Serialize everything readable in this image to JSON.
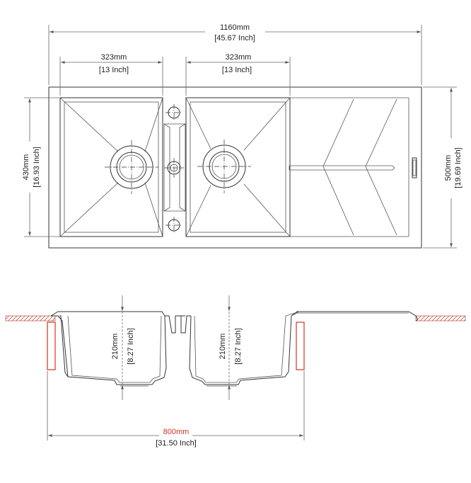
{
  "dimensions": {
    "overall_width": {
      "mm": "1160mm",
      "inch": "[45.67 Inch]"
    },
    "left_bowl_width": {
      "mm": "323mm",
      "inch": "[13 Inch]"
    },
    "right_bowl_width": {
      "mm": "323mm",
      "inch": "[13 Inch]"
    },
    "bowl_length": {
      "mm": "430mm",
      "inch": "[16.93 Inch]"
    },
    "overall_depth": {
      "mm": "500mm",
      "inch": "[19.69 Inch]"
    },
    "left_bowl_depth": {
      "mm": "210mm",
      "inch": "[8.27 Inch]"
    },
    "right_bowl_depth": {
      "mm": "210mm",
      "inch": "[8.27 Inch]"
    },
    "cabinet_width": {
      "mm": "800mm",
      "inch": "[31.50 Inch]"
    }
  },
  "colors": {
    "line": "#333333",
    "accent_dimension": "#d0351e",
    "cabinet_outline": "#d0351e",
    "countertop_hatch": "#c0392b"
  }
}
